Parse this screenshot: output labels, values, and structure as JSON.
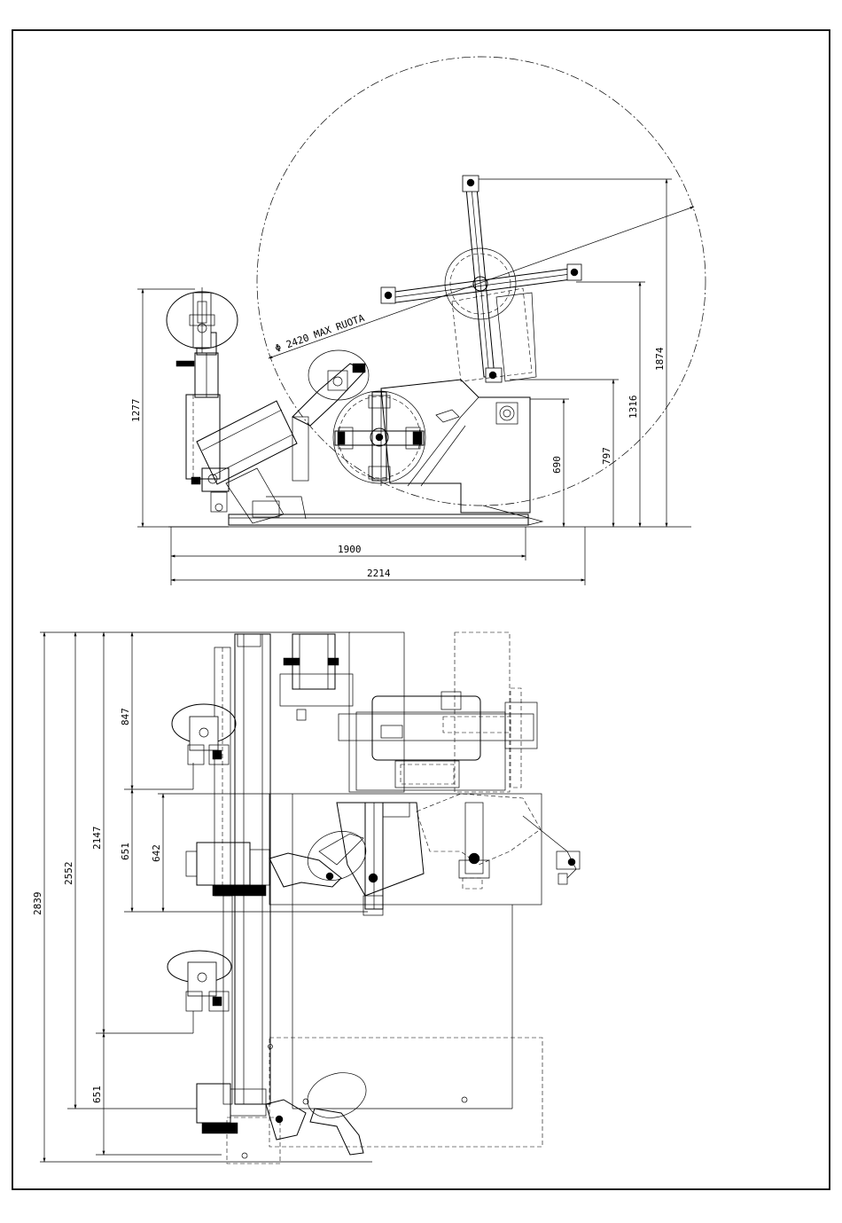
{
  "side_view": {
    "circle_label": "Φ 2420  MAX RUOTA",
    "dims": {
      "height_left": "1277",
      "width_inner": "1900",
      "width_outer": "2214",
      "h690": "690",
      "h797": "797",
      "h1316": "1316",
      "h1874": "1874"
    }
  },
  "top_view": {
    "dims": {
      "d847": "847",
      "d651_top": "651",
      "d642": "642",
      "d2147": "2147",
      "d2552": "2552",
      "d2839": "2839",
      "d651_bottom": "651"
    }
  }
}
